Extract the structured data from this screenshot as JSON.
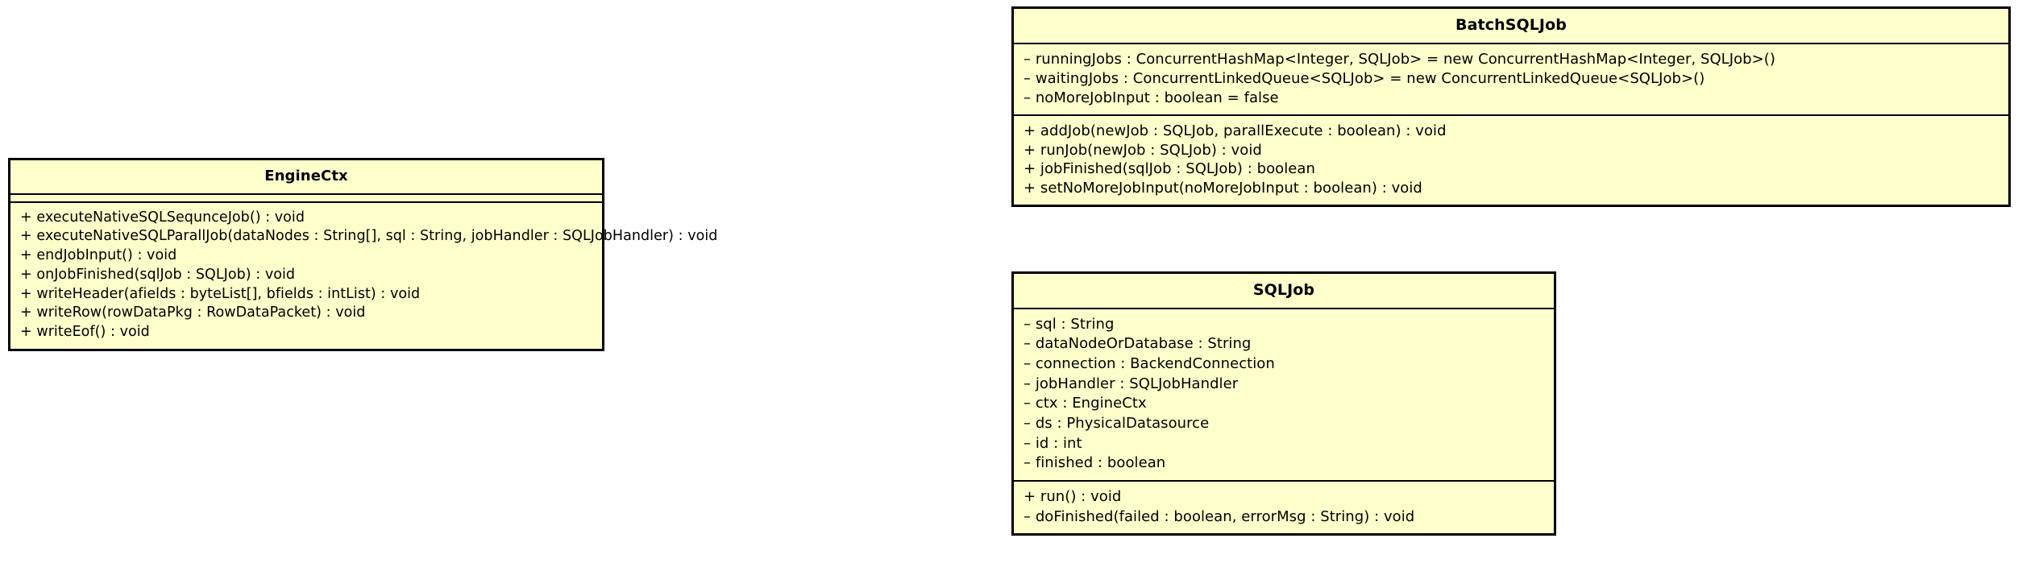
{
  "diagram": {
    "type": "uml-class-diagram",
    "background_color": "#ffffff",
    "class_fill_color": "#ffffcc",
    "border_color": "#000000",
    "text_color": "#000000"
  },
  "classes": [
    {
      "id": "engine-ctx",
      "name": "EngineCtx",
      "attributes": [],
      "methods": [
        "+ executeNativeSQLSequnceJob() : void",
        "+ executeNativeSQLParallJob(dataNodes : String[], sql : String, jobHandler : SQLJobHandler) : void",
        "+ endJobInput() : void",
        "+ onJobFinished(sqlJob : SQLJob) : void",
        "+ writeHeader(afields : byteList[], bfields : intList) : void",
        "+ writeRow(rowDataPkg : RowDataPacket) : void",
        "+ writeEof() : void"
      ]
    },
    {
      "id": "batch-sql-job",
      "name": "BatchSQLJob",
      "attributes": [
        "– runningJobs : ConcurrentHashMap<Integer, SQLJob> = new ConcurrentHashMap<Integer, SQLJob>()",
        "– waitingJobs : ConcurrentLinkedQueue<SQLJob> = new ConcurrentLinkedQueue<SQLJob>()",
        "– noMoreJobInput : boolean = false"
      ],
      "methods": [
        "+ addJob(newJob : SQLJob, parallExecute : boolean) : void",
        "+ runJob(newJob : SQLJob) : void",
        "+ jobFinished(sqlJob : SQLJob) : boolean",
        "+ setNoMoreJobInput(noMoreJobInput : boolean) : void"
      ]
    },
    {
      "id": "sql-job",
      "name": "SQLJob",
      "attributes": [
        "– sql : String",
        "– dataNodeOrDatabase : String",
        "– connection : BackendConnection",
        "– jobHandler : SQLJobHandler",
        "– ctx : EngineCtx",
        "– ds : PhysicalDatasource",
        "– id : int",
        "– finished : boolean"
      ],
      "methods": [
        "+ run() : void",
        "– doFinished(failed : boolean, errorMsg : String) : void"
      ]
    }
  ]
}
